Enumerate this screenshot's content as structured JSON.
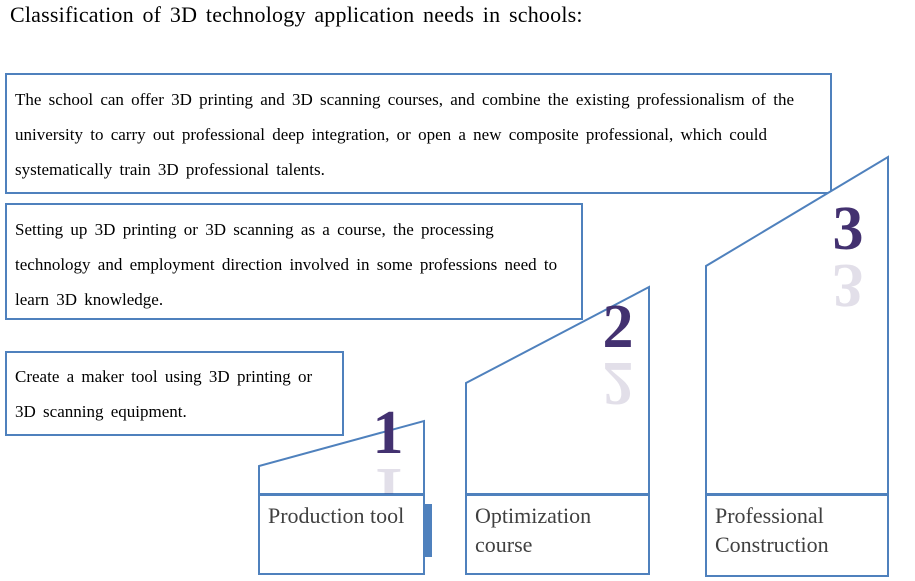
{
  "title": "Classification of 3D technology application needs in schools:",
  "boxes": [
    {
      "text": "The school can offer 3D printing and 3D scanning courses, and combine the existing professionalism of the university to carry out professional deep integration, or open a new composite professional, which could systematically train 3D professional talents."
    },
    {
      "text": "Setting up 3D printing or 3D scanning as a course, the processing technology and employment direction involved in some professions need to learn 3D knowledge."
    },
    {
      "text": "Create a maker tool using 3D printing or 3D scanning equipment."
    }
  ],
  "steps": [
    {
      "number": "1",
      "label": "Production tool"
    },
    {
      "number": "2",
      "label": "Optimization course"
    },
    {
      "number": "3",
      "label": "Professional Construction"
    }
  ],
  "colors": {
    "border_blue": "#4F81BD",
    "number_purple": "#433170",
    "label_text": "#404040",
    "body_text": "#000000"
  }
}
